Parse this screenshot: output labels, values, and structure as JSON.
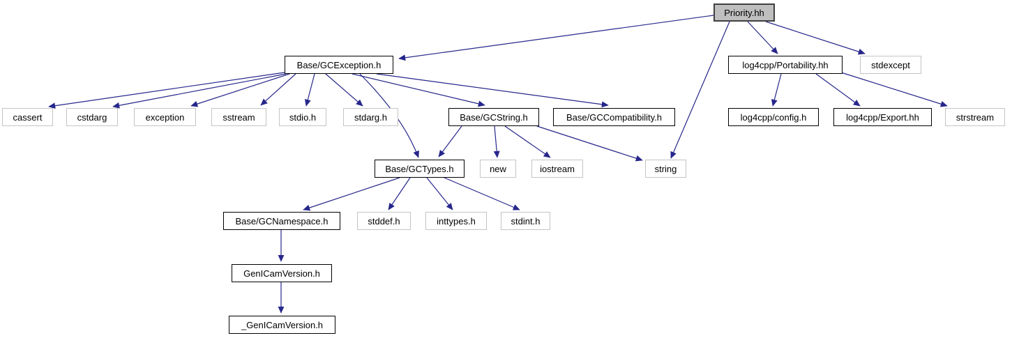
{
  "graph": {
    "title": "Include dependency graph for Priority.hh",
    "colors": {
      "background": "#ffffff",
      "arrow": "#26268b",
      "root_fill": "#bfbfbf",
      "internal_border": "#000000",
      "leaf_border": "#c4c4c4",
      "text": "#000000"
    },
    "nodes": [
      {
        "id": "priority",
        "label": "Priority.hh",
        "kind": "root"
      },
      {
        "id": "gcexception",
        "label": "Base/GCException.h",
        "kind": "internal"
      },
      {
        "id": "portability",
        "label": "log4cpp/Portability.hh",
        "kind": "internal"
      },
      {
        "id": "stdexcept",
        "label": "stdexcept",
        "kind": "leaf"
      },
      {
        "id": "cassert",
        "label": "cassert",
        "kind": "leaf"
      },
      {
        "id": "cstdarg",
        "label": "cstdarg",
        "kind": "leaf"
      },
      {
        "id": "exception",
        "label": "exception",
        "kind": "leaf"
      },
      {
        "id": "sstream",
        "label": "sstream",
        "kind": "leaf"
      },
      {
        "id": "stdioh",
        "label": "stdio.h",
        "kind": "leaf"
      },
      {
        "id": "stdargh",
        "label": "stdarg.h",
        "kind": "leaf"
      },
      {
        "id": "gcstring",
        "label": "Base/GCString.h",
        "kind": "internal"
      },
      {
        "id": "gccompat",
        "label": "Base/GCCompatibility.h",
        "kind": "internal"
      },
      {
        "id": "config",
        "label": "log4cpp/config.h",
        "kind": "internal"
      },
      {
        "id": "export",
        "label": "log4cpp/Export.hh",
        "kind": "internal"
      },
      {
        "id": "strstream",
        "label": "strstream",
        "kind": "leaf"
      },
      {
        "id": "gctypes",
        "label": "Base/GCTypes.h",
        "kind": "internal"
      },
      {
        "id": "new",
        "label": "new",
        "kind": "leaf"
      },
      {
        "id": "iostream",
        "label": "iostream",
        "kind": "leaf"
      },
      {
        "id": "string",
        "label": "string",
        "kind": "leaf"
      },
      {
        "id": "gcnamespace",
        "label": "Base/GCNamespace.h",
        "kind": "internal"
      },
      {
        "id": "stddefh",
        "label": "stddef.h",
        "kind": "leaf"
      },
      {
        "id": "inttypesh",
        "label": "inttypes.h",
        "kind": "leaf"
      },
      {
        "id": "stdinth",
        "label": "stdint.h",
        "kind": "leaf"
      },
      {
        "id": "genicamver",
        "label": "GenICamVersion.h",
        "kind": "internal"
      },
      {
        "id": "ugenicamver",
        "label": "_GenICamVersion.h",
        "kind": "internal"
      }
    ],
    "edges": [
      {
        "from": "Priority.hh",
        "to": "Base/GCException.h"
      },
      {
        "from": "Priority.hh",
        "to": "log4cpp/Portability.hh"
      },
      {
        "from": "Priority.hh",
        "to": "stdexcept"
      },
      {
        "from": "Priority.hh",
        "to": "string"
      },
      {
        "from": "Base/GCException.h",
        "to": "cassert"
      },
      {
        "from": "Base/GCException.h",
        "to": "cstdarg"
      },
      {
        "from": "Base/GCException.h",
        "to": "exception"
      },
      {
        "from": "Base/GCException.h",
        "to": "sstream"
      },
      {
        "from": "Base/GCException.h",
        "to": "stdio.h"
      },
      {
        "from": "Base/GCException.h",
        "to": "stdarg.h"
      },
      {
        "from": "Base/GCException.h",
        "to": "Base/GCTypes.h"
      },
      {
        "from": "Base/GCException.h",
        "to": "Base/GCString.h"
      },
      {
        "from": "Base/GCException.h",
        "to": "Base/GCCompatibility.h"
      },
      {
        "from": "Base/GCString.h",
        "to": "Base/GCTypes.h"
      },
      {
        "from": "Base/GCString.h",
        "to": "new"
      },
      {
        "from": "Base/GCString.h",
        "to": "iostream"
      },
      {
        "from": "Base/GCString.h",
        "to": "string"
      },
      {
        "from": "log4cpp/Portability.hh",
        "to": "log4cpp/config.h"
      },
      {
        "from": "log4cpp/Portability.hh",
        "to": "log4cpp/Export.hh"
      },
      {
        "from": "log4cpp/Portability.hh",
        "to": "strstream"
      },
      {
        "from": "Base/GCTypes.h",
        "to": "Base/GCNamespace.h"
      },
      {
        "from": "Base/GCTypes.h",
        "to": "stddef.h"
      },
      {
        "from": "Base/GCTypes.h",
        "to": "inttypes.h"
      },
      {
        "from": "Base/GCTypes.h",
        "to": "stdint.h"
      },
      {
        "from": "Base/GCNamespace.h",
        "to": "GenICamVersion.h"
      },
      {
        "from": "GenICamVersion.h",
        "to": "_GenICamVersion.h"
      }
    ]
  }
}
